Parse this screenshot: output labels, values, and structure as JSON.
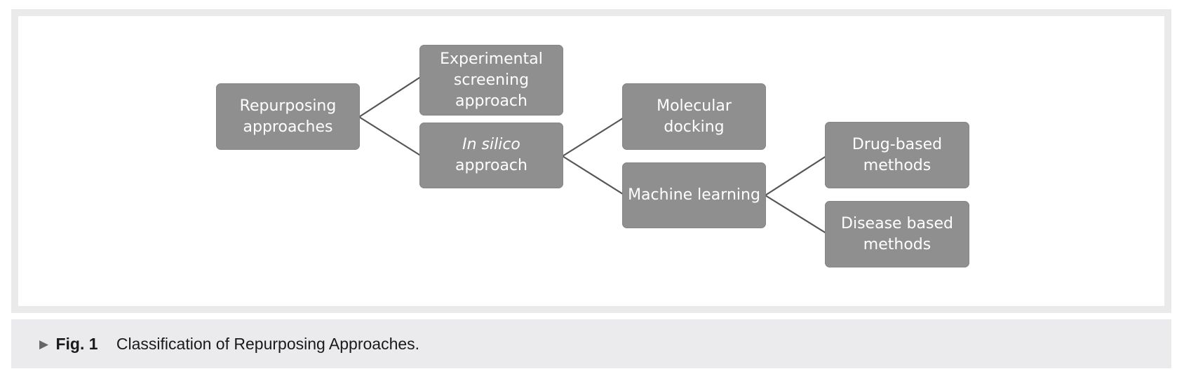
{
  "diagram": {
    "nodes": {
      "root": {
        "label": "Repurposing\napproaches"
      },
      "experimental": {
        "label": "Experimental\nscreening\napproach"
      },
      "insilico": {
        "label_em": "In silico",
        "label_rest": " approach"
      },
      "docking": {
        "label": "Molecular\ndocking"
      },
      "ml": {
        "label": "Machine learning"
      },
      "drug_based": {
        "label": "Drug-based\nmethods"
      },
      "disease_based": {
        "label": "Disease based\nmethods"
      }
    },
    "edges": [
      {
        "from": "root",
        "to": "experimental"
      },
      {
        "from": "root",
        "to": "insilico"
      },
      {
        "from": "insilico",
        "to": "docking"
      },
      {
        "from": "insilico",
        "to": "ml"
      },
      {
        "from": "ml",
        "to": "drug_based"
      },
      {
        "from": "ml",
        "to": "disease_based"
      }
    ],
    "colors": {
      "node_fill": "#8f8f8f",
      "node_text": "#ffffff",
      "connector": "#555555",
      "frame": "#eaeaea"
    }
  },
  "caption": {
    "marker_icon": "right-triangle-icon",
    "marker": "▶",
    "fig_label": "Fig. 1",
    "text": "Classification of Repurposing Approaches."
  }
}
